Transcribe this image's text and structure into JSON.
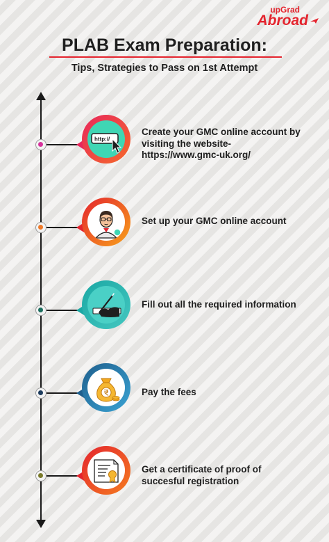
{
  "brand": {
    "line1": "upGrad",
    "line2": "Abroad"
  },
  "header": {
    "title": "PLAB Exam Preparation:",
    "subtitle": "Tips, Strategies to Pass on 1st Attempt"
  },
  "colors": {
    "accent": "#e4242e",
    "text": "#1f1f1f",
    "timeline": "#1a1a1a"
  },
  "steps": [
    {
      "text": "Create your GMC online account by visiting the website- https://www.gmc-uk.org/",
      "icon": "url-bar-cursor-icon",
      "icon_text": "http://",
      "dot_color": "#d6339c",
      "bubble_colors": [
        "#e8265c",
        "#f56a2a"
      ],
      "inner_color": "#3fd6b4"
    },
    {
      "text": "Set up your GMC online account",
      "icon": "user-avatar-icon",
      "dot_color": "#ef7a29",
      "bubble_colors": [
        "#e4242e",
        "#f8a21b"
      ],
      "inner_color": "#ffffff"
    },
    {
      "text": "Fill out all the required information",
      "icon": "hand-writing-icon",
      "dot_color": "#1b6e5e",
      "bubble_colors": [
        "#1ba8a4",
        "#44c7c0"
      ],
      "inner_color": "#4ad0c6"
    },
    {
      "text": "Pay the fees",
      "icon": "rupee-money-bag-icon",
      "dot_color": "#1b3a5c",
      "bubble_colors": [
        "#1f5f8d",
        "#3aa3d3"
      ],
      "inner_color": "#ffffff"
    },
    {
      "text": "Get a certificate of proof of succesful registration",
      "icon": "certificate-icon",
      "dot_color": "#7a7a2a",
      "bubble_colors": [
        "#e4242e",
        "#f57c20"
      ],
      "inner_color": "#ffffff"
    }
  ]
}
